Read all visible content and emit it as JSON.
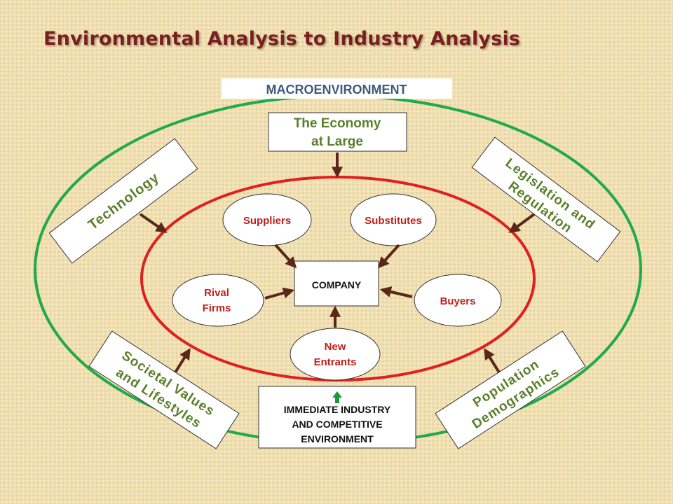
{
  "title": "Environmental Analysis to Industry Analysis",
  "macro_label": "MACROENVIRONMENT",
  "economy": [
    "The Economy",
    "at Large"
  ],
  "technology": "Technology",
  "legislation": [
    "Legislation and",
    "Regulation"
  ],
  "societal": [
    "Societal Values",
    "and Lifestyles"
  ],
  "population": [
    "Population",
    "Demographics"
  ],
  "immediate": [
    "IMMEDIATE INDUSTRY",
    "AND COMPETITIVE",
    "ENVIRONMENT"
  ],
  "company": "COMPANY",
  "suppliers": "Suppliers",
  "substitutes": "Substitutes",
  "rival": [
    "Rival",
    "Firms"
  ],
  "buyers": "Buyers",
  "new_entrants": [
    "New",
    "Entrants"
  ],
  "colors": {
    "outer_ring": "#1faa4b",
    "inner_ring": "#e01f1f",
    "arrow": "#5a2718",
    "green_text": "#5a7f2a",
    "red_text": "#c0201b",
    "title": "#7a1f1f",
    "macro_text": "#3f5a7c"
  }
}
